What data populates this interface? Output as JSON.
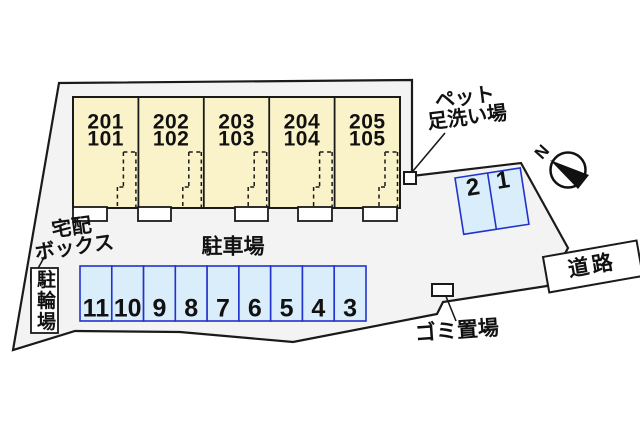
{
  "plan": {
    "building": {
      "units": [
        {
          "upper": "201",
          "lower": "101"
        },
        {
          "upper": "202",
          "lower": "102"
        },
        {
          "upper": "203",
          "lower": "103"
        },
        {
          "upper": "204",
          "lower": "104"
        },
        {
          "upper": "205",
          "lower": "105"
        }
      ]
    },
    "parking": {
      "label": "駐車場",
      "main_row": [
        "11",
        "10",
        "9",
        "8",
        "7",
        "6",
        "5",
        "4",
        "3"
      ],
      "side_row": [
        "2",
        "1"
      ]
    },
    "facilities": {
      "delivery_box_line1": "宅配",
      "delivery_box_line2": "ボックス",
      "bicycle_parking": "駐輪場",
      "pet_wash_line1": "ペット",
      "pet_wash_line2": "足洗い場",
      "garbage": "ゴミ置場"
    },
    "road_label": "道路",
    "compass": {
      "north": "N"
    },
    "colors": {
      "site_fill": "#f3f3f3",
      "building_fill": "#faf2c8",
      "parking_fill": "#d9edfb",
      "parking_border": "#2233cc",
      "line": "#1a1a1a"
    }
  }
}
